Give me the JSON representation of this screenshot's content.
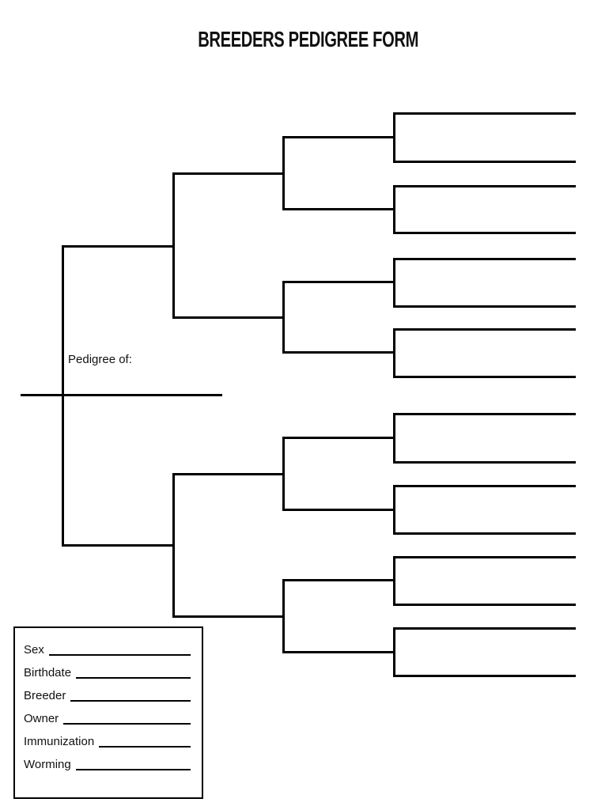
{
  "title": "BREEDERS PEDIGREE FORM",
  "pedigree": {
    "subject_label": "Pedigree of:",
    "structure": {
      "generation_slot_counts": [
        1,
        2,
        4,
        8,
        16
      ],
      "note_all_entry_lines_blank": true
    }
  },
  "info_box": {
    "fields": [
      {
        "label": "Sex"
      },
      {
        "label": "Birthdate"
      },
      {
        "label": "Breeder"
      },
      {
        "label": "Owner"
      },
      {
        "label": "Immunization"
      },
      {
        "label": "Worming"
      }
    ]
  },
  "colors": {
    "line": "#000000",
    "text": "#111111",
    "background": "#ffffff"
  }
}
